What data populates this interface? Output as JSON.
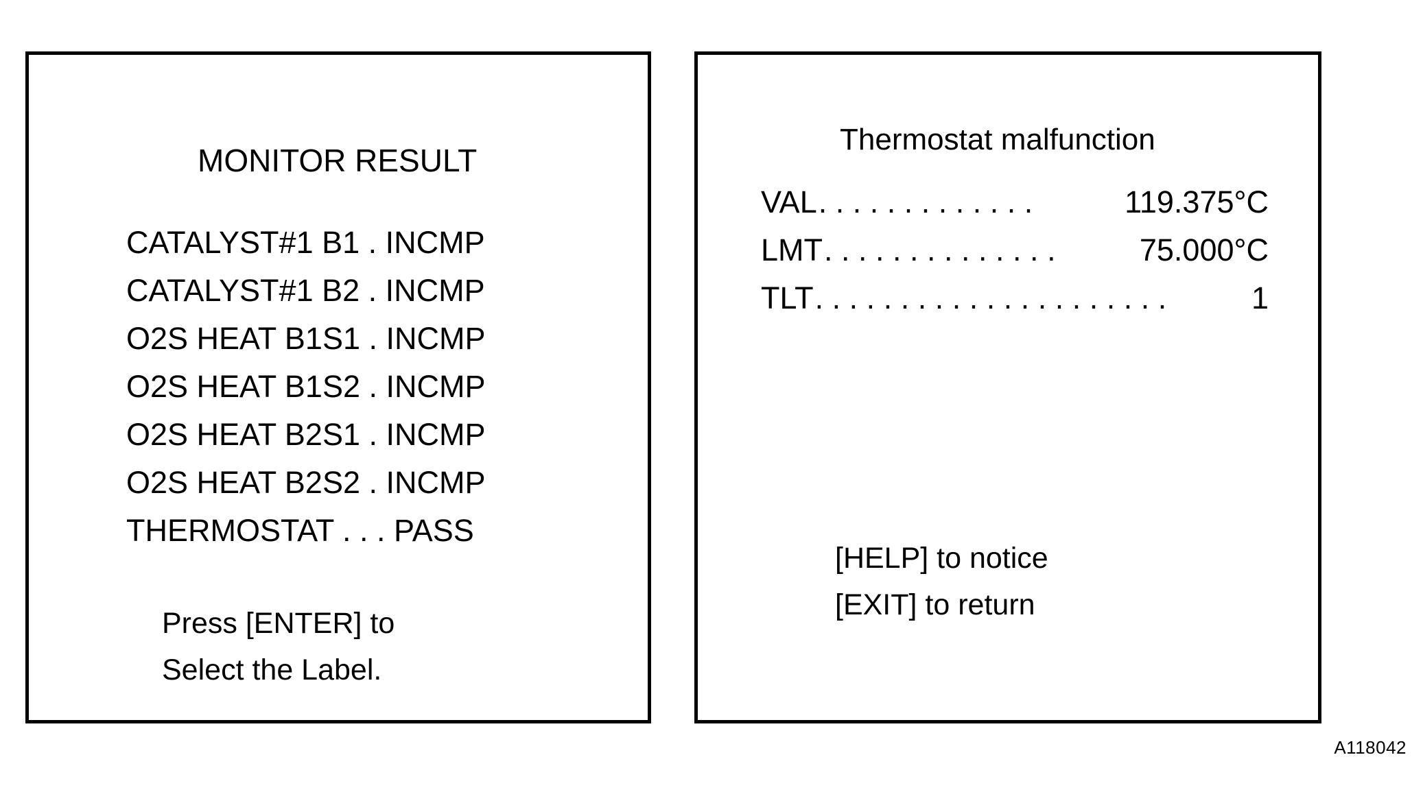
{
  "figure": {
    "code": "A118042",
    "background_color": "#ffffff",
    "line_color": "#000000"
  },
  "left_panel": {
    "title": "MONITOR RESULT",
    "rows": [
      {
        "label": "CATALYST#1 B1",
        "separator": " . ",
        "status": "INCMP",
        "text": "CATALYST#1 B1 . INCMP"
      },
      {
        "label": "CATALYST#1 B2",
        "separator": " . ",
        "status": "INCMP",
        "text": "CATALYST#1 B2 . INCMP"
      },
      {
        "label": "O2S HEAT B1S1",
        "separator": " . ",
        "status": "INCMP",
        "text": "O2S HEAT B1S1 . INCMP"
      },
      {
        "label": "O2S HEAT B1S2",
        "separator": " . ",
        "status": "INCMP",
        "text": "O2S HEAT B1S2 . INCMP"
      },
      {
        "label": "O2S HEAT B2S1",
        "separator": " . ",
        "status": "INCMP",
        "text": "O2S HEAT B2S1 . INCMP"
      },
      {
        "label": "O2S HEAT B2S2",
        "separator": " . ",
        "status": "INCMP",
        "text": "O2S HEAT B2S2 . INCMP"
      },
      {
        "label": "THERMOSTAT",
        "separator": " . . . ",
        "status": "PASS",
        "text": "THERMOSTAT . . . PASS"
      }
    ],
    "footer": [
      "Press [ENTER] to",
      "Select the Label."
    ]
  },
  "right_panel": {
    "title": "Thermostat malfunction",
    "params": [
      {
        "key": "VAL",
        "dots": ". . . . . . . . . . . . .",
        "value": "119.375°C"
      },
      {
        "key": "LMT",
        "dots": ". . . . . . . . . . . . . .",
        "value": "75.000°C"
      },
      {
        "key": "TLT",
        "dots": ". . . . . . . . . . . . . . . . . . . . .",
        "value": "1"
      }
    ],
    "footer": [
      "[HELP] to notice",
      "[EXIT] to return"
    ]
  }
}
